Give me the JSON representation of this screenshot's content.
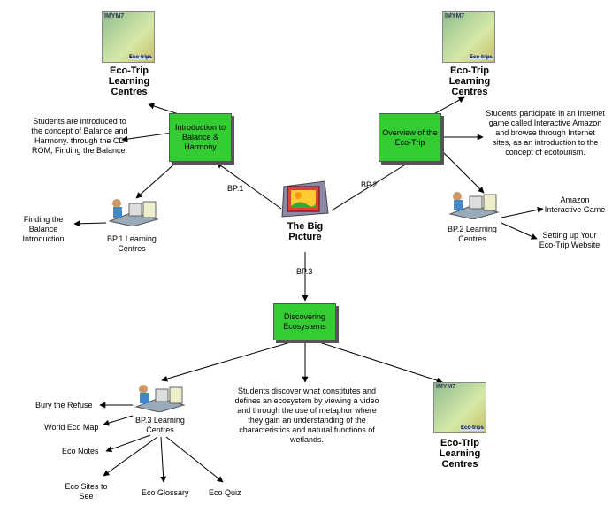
{
  "centre": {
    "label_line1": "The Big",
    "label_line2": "Picture"
  },
  "connectors": {
    "bp1": "BP.1",
    "bp2": "BP.2",
    "bp3": "BP.3"
  },
  "bp1": {
    "node": "Introduction to Balance & Harmony",
    "centres_label": "Eco-Trip Learning Centres",
    "centres_thumb_caption": "IMYM7",
    "centres_thumb_tag": "Eco-trips",
    "description": "Students are introduced to the concept of Balance and Harmony. through the CD ROM, Finding the Balance.",
    "learning_centres": "BP.1 Learning Centres",
    "items": [
      "Finding the Balance Introduction"
    ]
  },
  "bp2": {
    "node": "Overview of the Eco-Trip",
    "centres_label": "Eco-Trip Learning Centres",
    "centres_thumb_caption": "IMYM7",
    "centres_thumb_tag": "Eco-trips",
    "description": "Students participate in an Internet game called Interactive Amazon and browse through Internet sites, as an introduction to the concept of ecotourism.",
    "learning_centres": "BP.2 Learning Centres",
    "items": [
      "Amazon Interactive Game",
      "Setting up Your Eco-Trip Website"
    ]
  },
  "bp3": {
    "node": "Discovering Ecosystems",
    "centres_label": "Eco-Trip Learning Centres",
    "centres_thumb_caption": "IMYM7",
    "centres_thumb_tag": "Eco-trips",
    "description": "Students discover what constitutes and defines an ecosystem by viewing a video and through the use of metaphor where they gain an understanding of the characteristics and natural functions of wetlands.",
    "learning_centres": "BP.3 Learning Centres",
    "items": [
      "Bury the Refuse",
      "World Eco Map",
      "Eco Notes",
      "Eco Sites to See",
      "Eco Glossary",
      "Eco Quiz"
    ]
  }
}
